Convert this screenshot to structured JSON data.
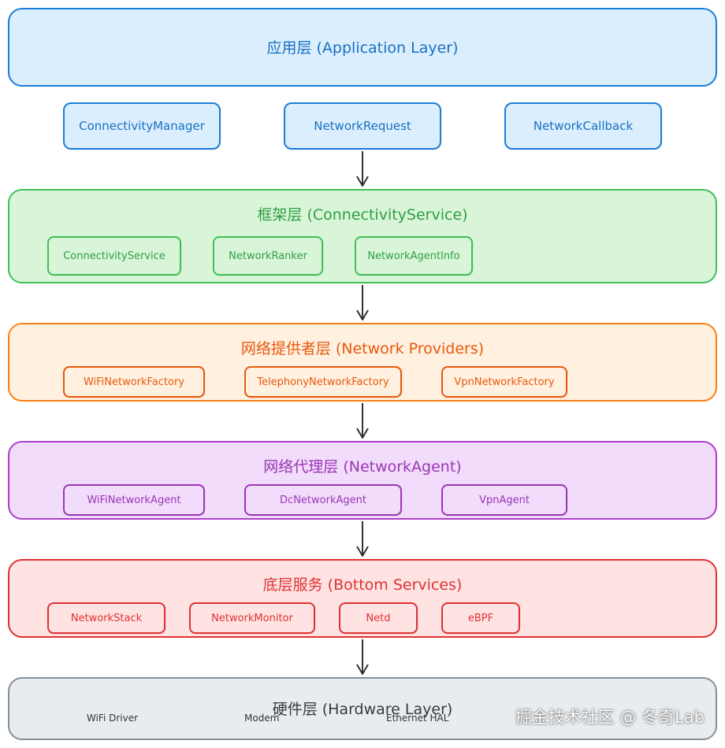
{
  "app_layer": {
    "title": "应用层 (Application Layer)",
    "items": [
      "ConnectivityManager",
      "NetworkRequest",
      "NetworkCallback"
    ]
  },
  "framework_layer": {
    "title": "框架层 (ConnectivityService)",
    "items": [
      "ConnectivityService",
      "NetworkRanker",
      "NetworkAgentInfo"
    ]
  },
  "providers_layer": {
    "title": "网络提供者层 (Network Providers)",
    "items": [
      "WiFiNetworkFactory",
      "TelephonyNetworkFactory",
      "VpnNetworkFactory"
    ]
  },
  "agent_layer": {
    "title": "网络代理层 (NetworkAgent)",
    "items": [
      "WiFiNetworkAgent",
      "DcNetworkAgent",
      "VpnAgent"
    ]
  },
  "bottom_layer": {
    "title": "底层服务 (Bottom Services)",
    "items": [
      "NetworkStack",
      "NetworkMonitor",
      "Netd",
      "eBPF"
    ]
  },
  "hardware_layer": {
    "title": "硬件层 (Hardware Layer)",
    "items": [
      "WiFi Driver",
      "Modem",
      "Ethernet HAL"
    ]
  },
  "watermark": "掘金技术社区 @ 冬奇Lab",
  "colors": {
    "app": "#1971c2",
    "framework": "#2f9e44",
    "providers": "#e8590c",
    "agent": "#9c36b5",
    "bottom": "#e03131",
    "hardware": "#495057"
  }
}
